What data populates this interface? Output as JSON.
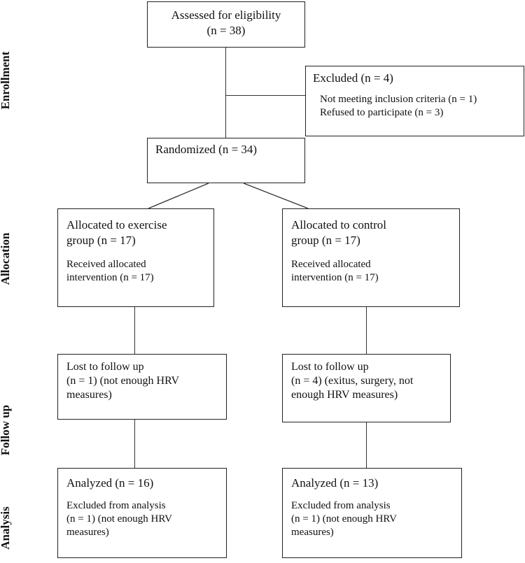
{
  "stages": {
    "enrollment": "Enrollment",
    "allocation": "Allocation",
    "follow_up": "Follow up",
    "analysis": "Analysis"
  },
  "enrollment": {
    "assessed": "Assessed for eligibility\n(n = 38)",
    "excluded_title": "Excluded (n = 4)",
    "excluded_detail": "Not meeting inclusion criteria (n = 1)\nRefused to participate (n = 3)"
  },
  "randomized": "Randomized (n = 34)",
  "exercise": {
    "allocated": "Allocated to exercise\ngroup (n = 17)",
    "received": "Received allocated\nintervention (n = 17)",
    "lost": "Lost to follow up\n(n = 1) (not enough HRV\nmeasures)",
    "analyzed": "Analyzed (n = 16)",
    "excluded_analysis": "Excluded from analysis\n (n = 1) (not enough HRV\nmeasures)"
  },
  "control": {
    "allocated": "Allocated to control\ngroup (n = 17)",
    "received": "Received allocated\nintervention (n = 17)",
    "lost": "Lost to follow up\n(n = 4) (exitus, surgery, not\nenough HRV measures)",
    "analyzed": "Analyzed (n = 13)",
    "excluded_analysis": "Excluded from analysis\n (n = 1) (not enough HRV\nmeasures)"
  }
}
